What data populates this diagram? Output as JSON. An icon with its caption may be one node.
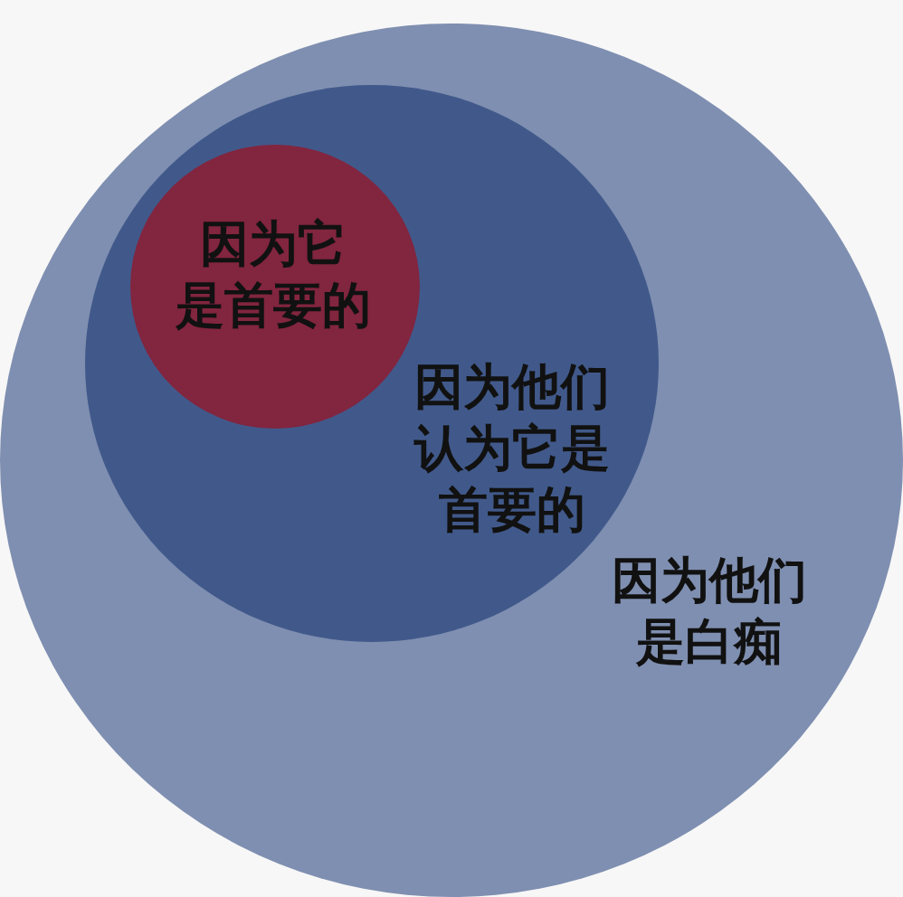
{
  "diagram": {
    "nodes": [
      {
        "text": [
          "因为他们是白痴"
        ]
      },
      {
        "text": [
          "因为他们认为它是首要的"
        ],
        "in": 0
      },
      {
        "text": [
          "因为它是首要的"
        ],
        "in": 1
      }
    ]
  }
}
